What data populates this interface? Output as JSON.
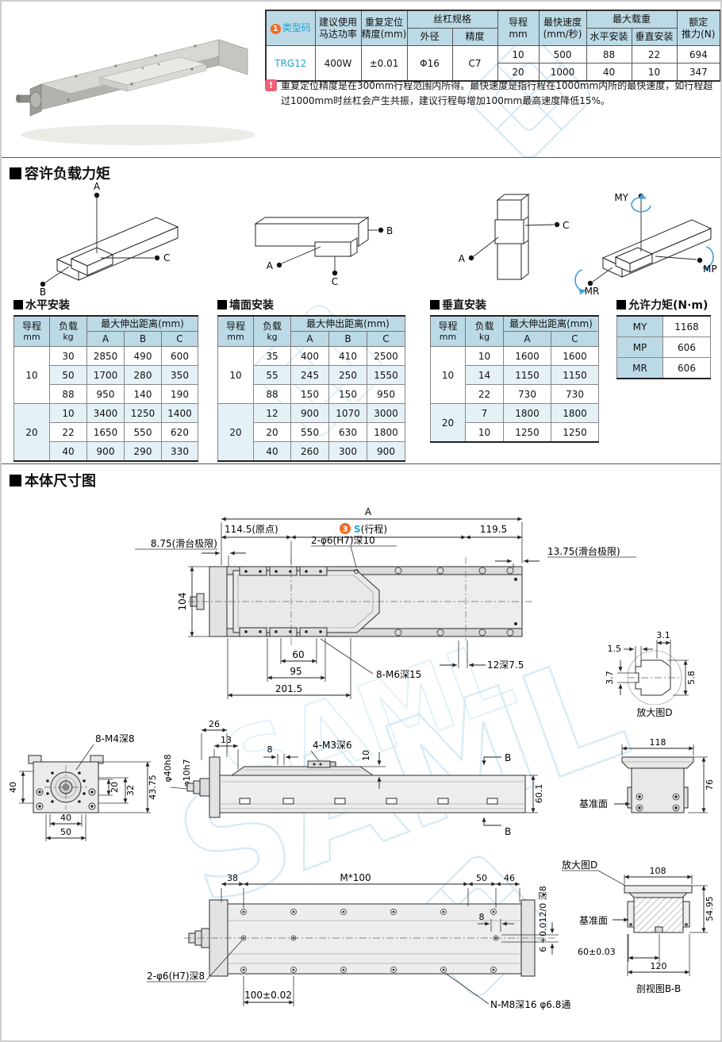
{
  "theme": {
    "header_blue": "#bcdae6",
    "row_alt": "#e4f1f6",
    "accent_cyan": "#1ba7d2",
    "accent_orange": "#f26c21",
    "note_red": "#ee5f7a",
    "moment_blue": "#3f9fd8"
  },
  "watermark": {
    "text": "SAML"
  },
  "spec": {
    "badge": "1",
    "h_type": "类型码",
    "h_power": [
      "建议使用",
      "马达功率"
    ],
    "h_precision": [
      "重复定位",
      "精度(mm)"
    ],
    "h_screw": "丝杠规格",
    "h_od": "外径",
    "h_acc": "精度",
    "h_lead": [
      "导程",
      "mm"
    ],
    "h_speed": [
      "最快速度",
      "(mm/秒)"
    ],
    "h_load": "最大载重",
    "h_horiz": "水平安装",
    "h_vert": "垂直安装",
    "h_thrust": [
      "额定",
      "推力(N)"
    ],
    "type_code": "TRG12",
    "power": "400W",
    "precision": "±0.01",
    "od": "Φ16",
    "acc": "C7",
    "rows": [
      {
        "lead": "10",
        "speed": "500",
        "horiz": "88",
        "vert": "22",
        "thrust": "694"
      },
      {
        "lead": "20",
        "speed": "1000",
        "horiz": "40",
        "vert": "10",
        "thrust": "347"
      }
    ],
    "note_mark": "!",
    "note": "重复定位精度是在300mm行程范围内所得。最快速度是指行程在1000mm内所的最快速度，如行程超过1000mm时丝杠会产生共振，建议行程每增加100mm最高速度降低15%。"
  },
  "moment": {
    "title": "容许负载力矩",
    "labels": {
      "a": "A",
      "b": "B",
      "c": "C",
      "my": "MY",
      "mp": "MP",
      "mr": "MR"
    }
  },
  "tables": {
    "headers": {
      "lead": "导程",
      "lead_unit": "mm",
      "load": "负载",
      "load_unit": "kg",
      "reach": "最大伸出距离(mm)",
      "a": "A",
      "b": "B",
      "c": "C"
    },
    "horizontal": {
      "title": "水平安装",
      "groups": [
        {
          "lead": "10",
          "rows": [
            [
              "30",
              "2850",
              "490",
              "600"
            ],
            [
              "50",
              "1700",
              "280",
              "350"
            ],
            [
              "88",
              "950",
              "140",
              "190"
            ]
          ]
        },
        {
          "lead": "20",
          "rows": [
            [
              "10",
              "3400",
              "1250",
              "1400"
            ],
            [
              "22",
              "1650",
              "550",
              "620"
            ],
            [
              "40",
              "900",
              "290",
              "330"
            ]
          ]
        }
      ]
    },
    "wall": {
      "title": "墙面安装",
      "groups": [
        {
          "lead": "10",
          "rows": [
            [
              "35",
              "400",
              "410",
              "2500"
            ],
            [
              "55",
              "245",
              "250",
              "1550"
            ],
            [
              "88",
              "150",
              "150",
              "950"
            ]
          ]
        },
        {
          "lead": "20",
          "rows": [
            [
              "12",
              "900",
              "1070",
              "3000"
            ],
            [
              "20",
              "550",
              "630",
              "1800"
            ],
            [
              "40",
              "260",
              "300",
              "900"
            ]
          ]
        }
      ]
    },
    "vertical": {
      "title": "垂直安装",
      "groups": [
        {
          "lead": "10",
          "rows": [
            [
              "10",
              "1600",
              "1600"
            ],
            [
              "14",
              "1150",
              "1150"
            ],
            [
              "22",
              "730",
              "730"
            ]
          ]
        },
        {
          "lead": "20",
          "rows": [
            [
              "7",
              "1800",
              "1800"
            ],
            [
              "10",
              "1250",
              "1250"
            ]
          ]
        }
      ]
    },
    "torque": {
      "title": "允许力矩(N·m)",
      "rows": [
        [
          "MY",
          "1168"
        ],
        [
          "MP",
          "606"
        ],
        [
          "MR",
          "606"
        ]
      ]
    }
  },
  "dims": {
    "title": "本体尺寸图",
    "top": {
      "a": "A",
      "origin": "114.5(原点)",
      "badge": "3",
      "s": "S",
      "stroke": "(行程)",
      "d1195": "119.5",
      "limL": "8.75(滑台极限)",
      "limR": "13.75(滑台极限)",
      "hole": "2-φ6(H7)深10",
      "h104": "104",
      "d60": "60",
      "d95": "95",
      "d2015": "201.5",
      "m6": "8-M6深15",
      "d12": "12深7.5"
    },
    "detail": {
      "d31": "3.1",
      "d15": "1.5",
      "d37": "3.7",
      "d58": "5.8",
      "cap": "放大图D"
    },
    "end": {
      "m4": "8-M4深8",
      "d40a": "40",
      "d20": "20",
      "d32": "32",
      "d40b": "40",
      "d50": "50",
      "d4375": "43.75"
    },
    "shaft": {
      "p40": "φ40h8",
      "p10": "φ10h7",
      "d26": "26",
      "d13": "13"
    },
    "side": {
      "d8": "8",
      "m3": "4-M3深6",
      "d10": "10",
      "b1": "B",
      "b2": "B",
      "d601": "60.1"
    },
    "cross": {
      "d118": "118",
      "d76": "76",
      "datum": "基准面"
    },
    "bottom": {
      "d38": "38",
      "m100": "M*100",
      "d50": "50",
      "d46": "46",
      "d8": "8",
      "slot": "6 +0.012/0 深8",
      "hole": "2-φ6(H7)深8",
      "d100": "100±0.02",
      "nm8": "N-M8深16 φ6.8通"
    },
    "bb": {
      "ref": "放大图D",
      "d108": "108",
      "d5495": "54.95",
      "datum": "基准面",
      "d60": "60±0.03",
      "d120": "120",
      "cap": "剖视图B-B"
    }
  }
}
